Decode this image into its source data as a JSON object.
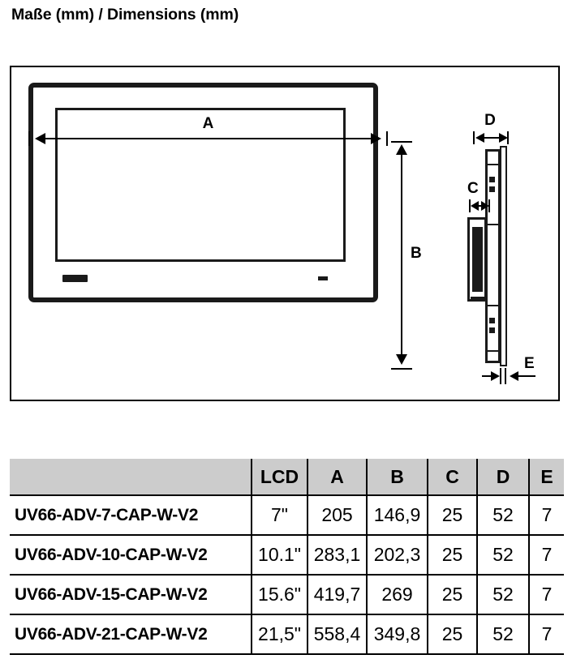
{
  "page": {
    "title": "Maße (mm) / Dimensions (mm)"
  },
  "drawing": {
    "front_view": {
      "name": "front-view",
      "dimension_a_label": "A",
      "dimension_b_label": "B"
    },
    "side_view": {
      "name": "side-view",
      "dimension_c_label": "C",
      "dimension_d_label": "D",
      "dimension_e_label": "E"
    }
  },
  "table": {
    "headers": [
      "",
      "LCD",
      "A",
      "B",
      "C",
      "D",
      "E"
    ],
    "rows": [
      {
        "model": "UV66-ADV-7-CAP-W-V2",
        "lcd": "7\"",
        "a": "205",
        "b": "146,9",
        "c": "25",
        "d": "52",
        "e": "7"
      },
      {
        "model": "UV66-ADV-10-CAP-W-V2",
        "lcd": "10.1\"",
        "a": "283,1",
        "b": "202,3",
        "c": "25",
        "d": "52",
        "e": "7"
      },
      {
        "model": "UV66-ADV-15-CAP-W-V2",
        "lcd": "15.6\"",
        "a": "419,7",
        "b": "269",
        "c": "25",
        "d": "52",
        "e": "7"
      },
      {
        "model": "UV66-ADV-21-CAP-W-V2",
        "lcd": "21,5\"",
        "a": "558,4",
        "b": "349,8",
        "c": "25",
        "d": "52",
        "e": "7"
      }
    ]
  },
  "colors": {
    "ink": "#000000",
    "line": "#1a1a1a",
    "header_fill": "#cccccc",
    "background": "#ffffff"
  }
}
